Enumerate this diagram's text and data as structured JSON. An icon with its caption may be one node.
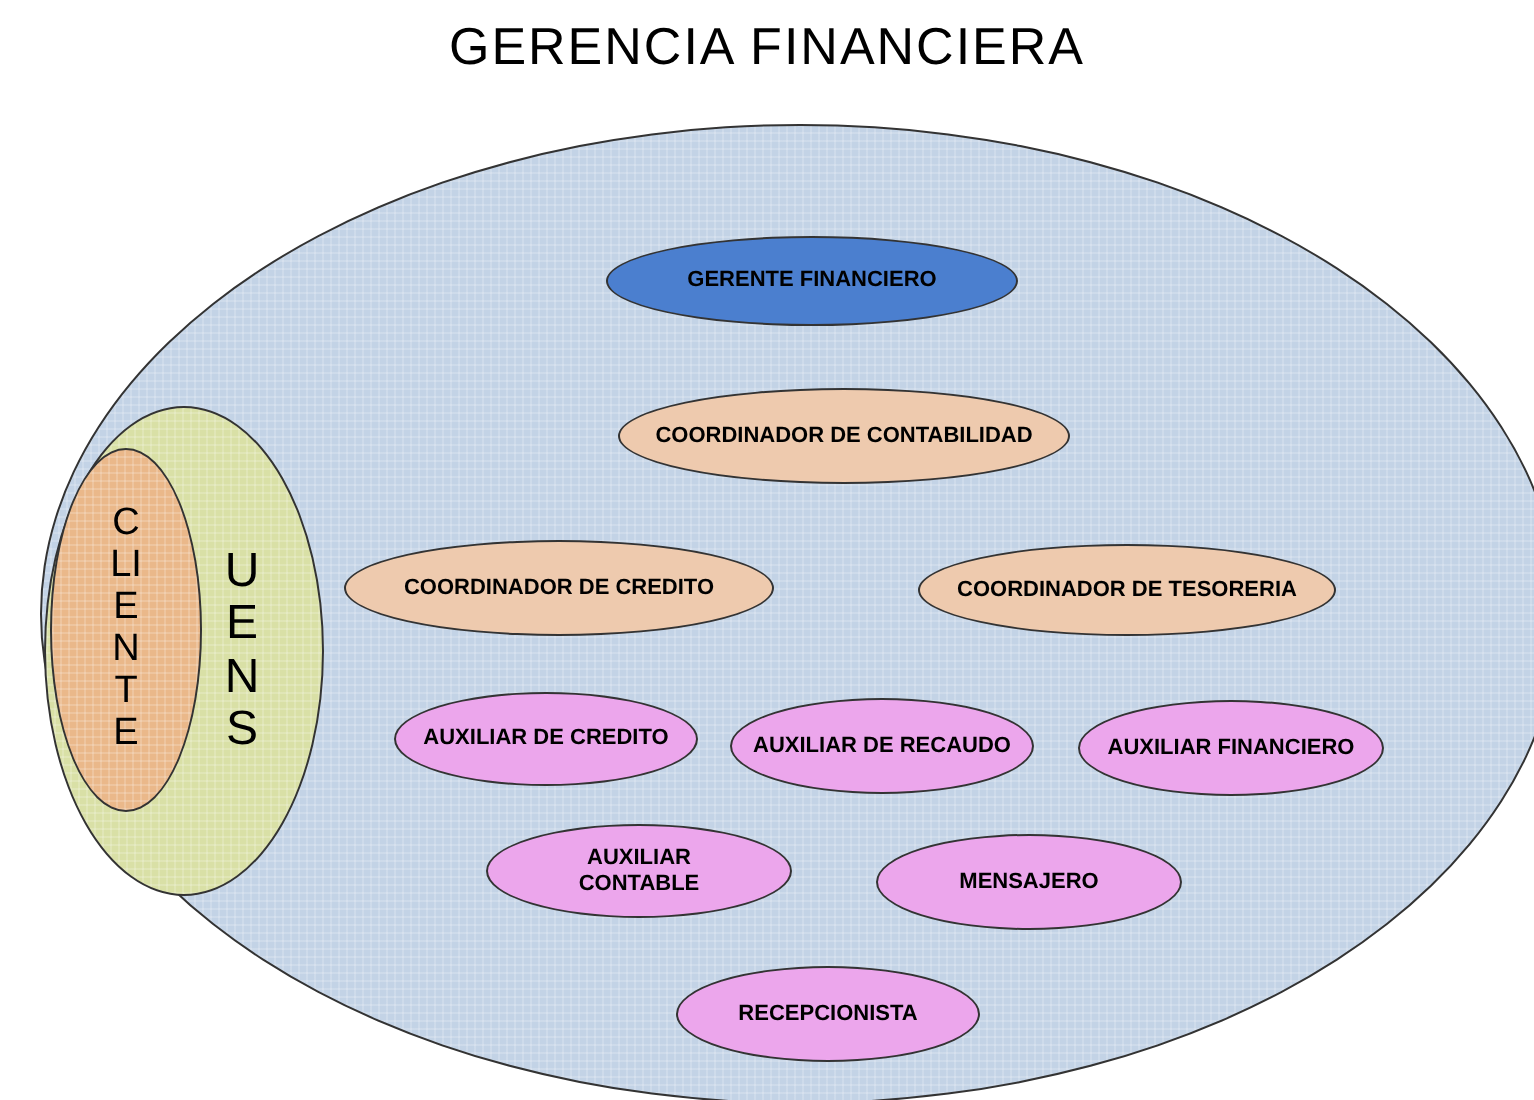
{
  "diagram": {
    "title": "GERENCIA FINANCIERA",
    "nodes": [
      {
        "text": [],
        "shape": "ellipse"
      },
      {
        "text": [
          "UENS"
        ],
        "in": 0
      },
      {
        "text": [
          "CLIENTE"
        ],
        "in": 1
      },
      {
        "text": [
          "GERENTE FINANCIERO"
        ],
        "in": 0
      },
      {
        "text": [
          "COORDINADOR DE CONTABILIDAD"
        ],
        "in": 0
      },
      {
        "text": [
          "COORDINADOR DE CREDITO"
        ],
        "in": 0
      },
      {
        "text": [
          "COORDINADOR DE TESORERIA"
        ],
        "in": 0
      },
      {
        "text": [
          "AUXILIAR DE CREDITO"
        ],
        "in": 0
      },
      {
        "text": [
          "AUXILIAR DE RECAUDO"
        ],
        "in": 0
      },
      {
        "text": [
          "AUXILIAR FINANCIERO"
        ],
        "in": 0
      },
      {
        "text": [
          "AUXILIAR CONTABLE"
        ],
        "in": 0
      },
      {
        "text": [
          "MENSAJERO"
        ],
        "in": 0
      },
      {
        "text": [
          "RECEPCIONISTA"
        ],
        "in": 0
      }
    ],
    "edges": []
  }
}
